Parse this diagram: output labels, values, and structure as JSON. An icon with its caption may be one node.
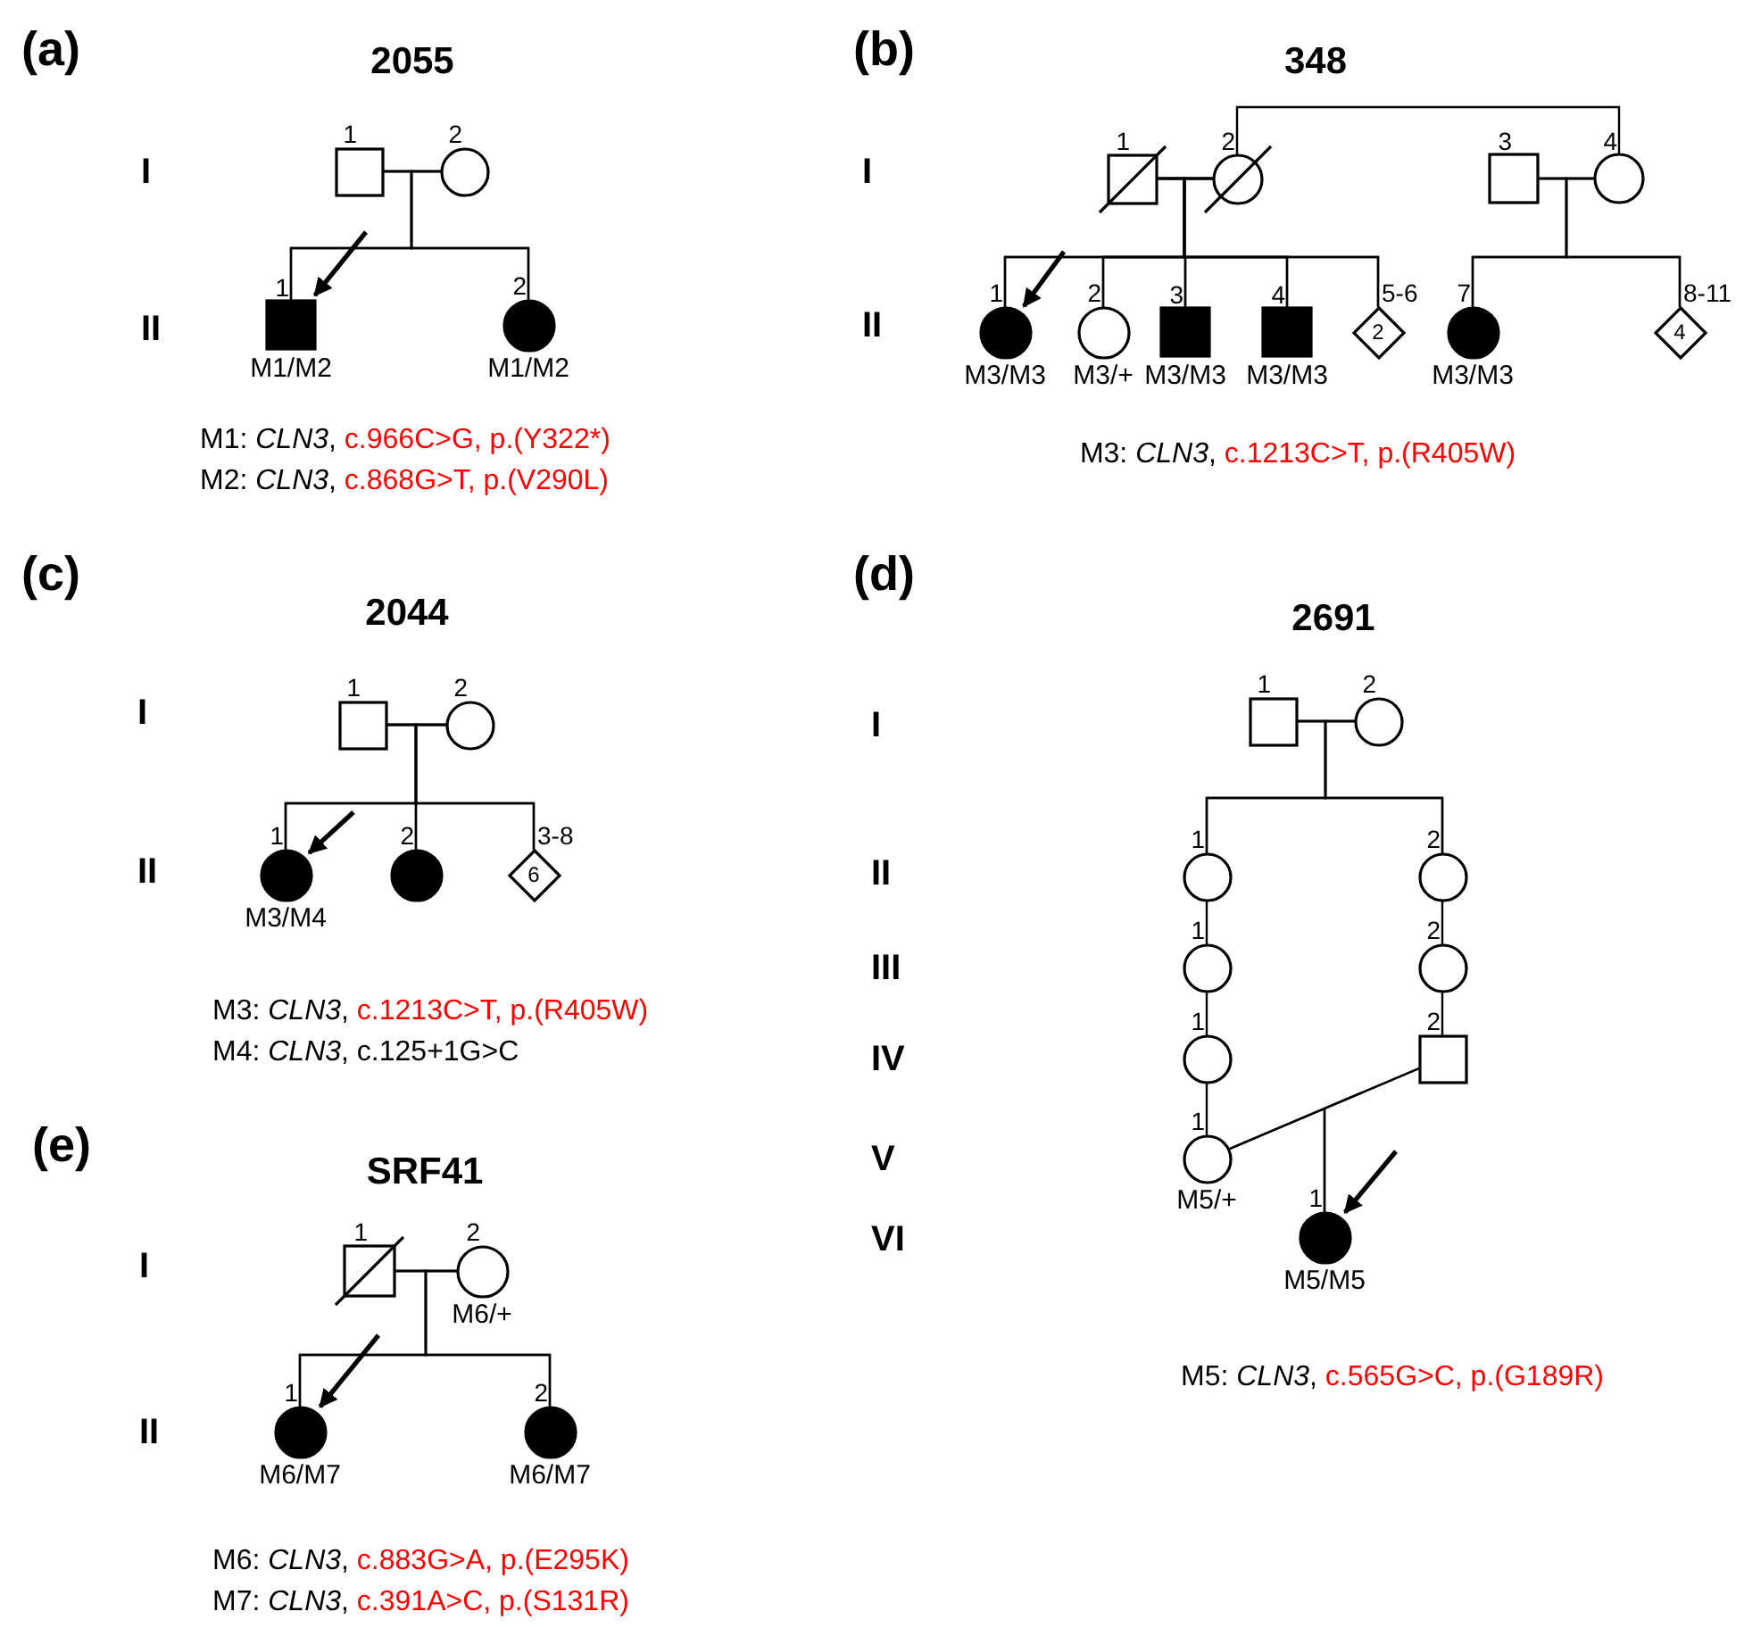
{
  "diagram": {
    "nodes": [
      {
        "text": [
          "1"
        ]
      },
      {
        "text": [
          "2"
        ]
      },
      {
        "text": [
          "1"
        ],
        "beside": [
          "M1/M2"
        ]
      },
      {
        "text": [
          "2"
        ],
        "beside": [
          "M1/M2"
        ]
      },
      {
        "text": [
          "1"
        ]
      },
      {
        "text": [
          "2"
        ]
      },
      {
        "text": [
          "3"
        ]
      },
      {
        "text": [
          "4"
        ]
      },
      {
        "text": [
          "1"
        ],
        "beside": [
          "M3/M3"
        ]
      },
      {
        "text": [
          "2"
        ],
        "beside": [
          "M3/+"
        ]
      },
      {
        "text": [
          "3"
        ],
        "beside": [
          "M3/M3"
        ]
      },
      {
        "text": [
          "4"
        ],
        "beside": [
          "M3/M3"
        ]
      },
      {
        "text": [
          "5-6",
          "2"
        ]
      },
      {
        "text": [
          "7"
        ],
        "beside": [
          "M3/M3"
        ]
      },
      {
        "text": [
          "8-11",
          "4"
        ]
      },
      {
        "text": [
          "1"
        ]
      },
      {
        "text": [
          "2"
        ]
      },
      {
        "text": [
          "1"
        ],
        "beside": [
          "M3/M4"
        ]
      },
      {
        "text": [
          "2"
        ]
      },
      {
        "text": [
          "3-8",
          "6"
        ]
      },
      {
        "text": [
          "1"
        ]
      },
      {
        "text": [
          "2"
        ]
      },
      {
        "text": [
          "1"
        ]
      },
      {
        "text": [
          "2"
        ]
      },
      {
        "text": [
          "1"
        ]
      },
      {
        "text": [
          "2"
        ]
      },
      {
        "text": [
          "1"
        ]
      },
      {
        "text": [
          "2"
        ]
      },
      {
        "text": [
          "1"
        ],
        "beside": [
          "M5/+"
        ]
      },
      {
        "text": [
          "1"
        ],
        "beside": [
          "M5/M5"
        ]
      },
      {
        "text": [
          "1"
        ]
      },
      {
        "text": [
          "2"
        ],
        "beside": [
          "M6/+"
        ]
      },
      {
        "text": [
          "1"
        ],
        "beside": [
          "M6/M7"
        ]
      },
      {
        "text": [
          "2"
        ],
        "beside": [
          "M6/M7"
        ]
      }
    ],
    "edges": [
      {
        "from": 0,
        "to": 1,
        "arrow": "none"
      },
      {
        "from": 0,
        "to": 2,
        "arrow": "none"
      },
      {
        "from": 1,
        "to": 2,
        "arrow": "none"
      },
      {
        "from": 0,
        "to": 3,
        "arrow": "none"
      },
      {
        "from": 1,
        "to": 3,
        "arrow": "none"
      },
      {
        "from": null,
        "to": 2,
        "arrow": "to"
      },
      {
        "from": 4,
        "to": 5,
        "arrow": "none"
      },
      {
        "from": 6,
        "to": 7,
        "arrow": "none"
      },
      {
        "from": 5,
        "to": 7,
        "arrow": "none"
      },
      {
        "from": 4,
        "to": 8,
        "arrow": "none"
      },
      {
        "from": 5,
        "to": 8,
        "arrow": "none"
      },
      {
        "from": 4,
        "to": 9,
        "arrow": "none"
      },
      {
        "from": 5,
        "to": 9,
        "arrow": "none"
      },
      {
        "from": 4,
        "to": 10,
        "arrow": "none"
      },
      {
        "from": 5,
        "to": 10,
        "arrow": "none"
      },
      {
        "from": 4,
        "to": 11,
        "arrow": "none"
      },
      {
        "from": 5,
        "to": 11,
        "arrow": "none"
      },
      {
        "from": 4,
        "to": 12,
        "arrow": "none"
      },
      {
        "from": 5,
        "to": 12,
        "arrow": "none"
      },
      {
        "from": 6,
        "to": 13,
        "arrow": "none"
      },
      {
        "from": 7,
        "to": 13,
        "arrow": "none"
      },
      {
        "from": 6,
        "to": 14,
        "arrow": "none"
      },
      {
        "from": 7,
        "to": 14,
        "arrow": "none"
      },
      {
        "from": null,
        "to": 8,
        "arrow": "to"
      },
      {
        "from": 15,
        "to": 16,
        "arrow": "none"
      },
      {
        "from": 15,
        "to": 17,
        "arrow": "none"
      },
      {
        "from": 16,
        "to": 17,
        "arrow": "none"
      },
      {
        "from": 15,
        "to": 18,
        "arrow": "none"
      },
      {
        "from": 16,
        "to": 18,
        "arrow": "none"
      },
      {
        "from": 15,
        "to": 19,
        "arrow": "none"
      },
      {
        "from": 16,
        "to": 19,
        "arrow": "none"
      },
      {
        "from": null,
        "to": 17,
        "arrow": "to"
      },
      {
        "from": 20,
        "to": 21,
        "arrow": "none"
      },
      {
        "from": 20,
        "to": 22,
        "arrow": "none"
      },
      {
        "from": 21,
        "to": 22,
        "arrow": "none"
      },
      {
        "from": 20,
        "to": 23,
        "arrow": "none"
      },
      {
        "from": 21,
        "to": 23,
        "arrow": "none"
      },
      {
        "from": 22,
        "to": 24,
        "arrow": "none"
      },
      {
        "from": 24,
        "to": 26,
        "arrow": "none"
      },
      {
        "from": 26,
        "to": 28,
        "arrow": "none"
      },
      {
        "from": 23,
        "to": 25,
        "arrow": "none"
      },
      {
        "from": 25,
        "to": 27,
        "arrow": "none"
      },
      {
        "from": 28,
        "to": 27,
        "arrow": "none"
      },
      {
        "from": 28,
        "to": 29,
        "arrow": "none"
      },
      {
        "from": 27,
        "to": 29,
        "arrow": "none"
      },
      {
        "from": null,
        "to": 29,
        "arrow": "to"
      },
      {
        "from": 30,
        "to": 31,
        "arrow": "none"
      },
      {
        "from": 30,
        "to": 32,
        "arrow": "none"
      },
      {
        "from": 31,
        "to": 32,
        "arrow": "none"
      },
      {
        "from": 30,
        "to": 33,
        "arrow": "none"
      },
      {
        "from": 31,
        "to": 33,
        "arrow": "none"
      },
      {
        "from": null,
        "to": 32,
        "arrow": "to"
      }
    ],
    "labels": [
      "(a)",
      "2055",
      "I",
      "II",
      "M1: CLN3, c.966C>G, p.(Y322*)",
      "M2: CLN3, c.868G>T, p.(V290L)",
      "(b)",
      "348",
      "I",
      "II",
      "M3: CLN3, c.1213C>T, p.(R405W)",
      "(c)",
      "2044",
      "I",
      "II",
      "M3: CLN3, c.1213C>T, p.(R405W)",
      "M4: CLN3, c.125+1G>C",
      "(d)",
      "2691",
      "I",
      "II",
      "III",
      "IV",
      "V",
      "VI",
      "M5: CLN3, c.565G>C, p.(G189R)",
      "(e)",
      "SRF41",
      "I",
      "II",
      "M6: CLN3, c.883G>A, p.(E295K)",
      "M7: CLN3, c.391A>C, p.(S131R)"
    ]
  }
}
